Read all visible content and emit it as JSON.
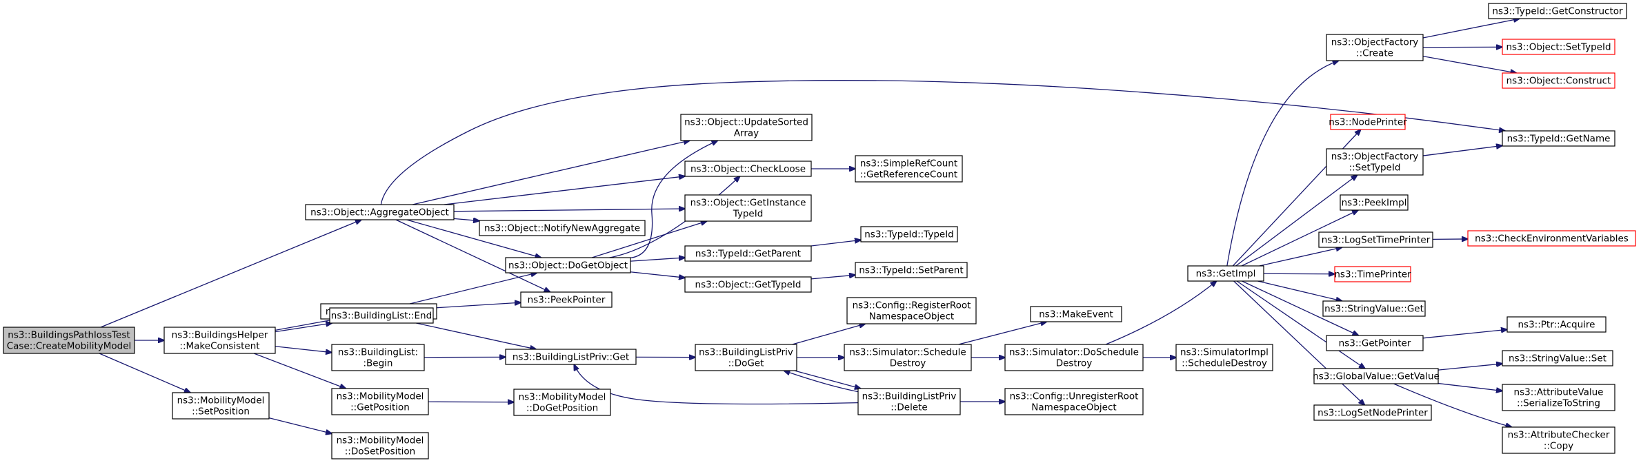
{
  "nodes": [
    {
      "id": "root",
      "lines": [
        "ns3::BuildingsPathlossTest",
        "Case::CreateMobilityModel"
      ],
      "style": "root"
    },
    {
      "id": "aggregate",
      "lines": [
        "ns3::Object::AggregateObject"
      ]
    },
    {
      "id": "bh_make",
      "lines": [
        "ns3::BuildingsHelper",
        "::MakeConsistent"
      ]
    },
    {
      "id": "mm_setpos",
      "lines": [
        "ns3::MobilityModel",
        "::SetPosition"
      ]
    },
    {
      "id": "getobject",
      "lines": [
        "ns3::Object::GetObject"
      ]
    },
    {
      "id": "bl_end",
      "lines": [
        "ns3::BuildingList::End"
      ]
    },
    {
      "id": "bl_begin",
      "lines": [
        "ns3::BuildingList:",
        ":Begin"
      ]
    },
    {
      "id": "mm_getpos",
      "lines": [
        "ns3::MobilityModel",
        "::GetPosition"
      ]
    },
    {
      "id": "mm_dosetpos",
      "lines": [
        "ns3::MobilityModel",
        "::DoSetPosition"
      ]
    },
    {
      "id": "notify",
      "lines": [
        "ns3::Object::NotifyNewAggregate"
      ]
    },
    {
      "id": "dogetobject",
      "lines": [
        "ns3::Object::DoGetObject"
      ]
    },
    {
      "id": "peekpointer",
      "lines": [
        "ns3::PeekPointer"
      ]
    },
    {
      "id": "blp_get",
      "lines": [
        "ns3::BuildingListPriv::Get"
      ]
    },
    {
      "id": "mm_dogetpos",
      "lines": [
        "ns3::MobilityModel",
        "::DoGetPosition"
      ]
    },
    {
      "id": "updatesorted",
      "lines": [
        "ns3::Object::UpdateSorted",
        "Array"
      ]
    },
    {
      "id": "checkloose",
      "lines": [
        "ns3::Object::CheckLoose"
      ]
    },
    {
      "id": "getinstance",
      "lines": [
        "ns3::Object::GetInstance",
        "TypeId"
      ]
    },
    {
      "id": "getparent",
      "lines": [
        "ns3::TypeId::GetParent"
      ]
    },
    {
      "id": "gettypeid",
      "lines": [
        "ns3::Object::GetTypeId"
      ]
    },
    {
      "id": "blp_doget",
      "lines": [
        "ns3::BuildingListPriv",
        "::DoGet"
      ]
    },
    {
      "id": "srefcount",
      "lines": [
        "ns3::SimpleRefCount",
        "::GetReferenceCount"
      ]
    },
    {
      "id": "typeid_typeid",
      "lines": [
        "ns3::TypeId::TypeId"
      ]
    },
    {
      "id": "setparent",
      "lines": [
        "ns3::TypeId::SetParent"
      ]
    },
    {
      "id": "cfg_register",
      "lines": [
        "ns3::Config::RegisterRoot",
        "NamespaceObject"
      ]
    },
    {
      "id": "sim_schedule",
      "lines": [
        "ns3::Simulator::Schedule",
        "Destroy"
      ]
    },
    {
      "id": "blp_delete",
      "lines": [
        "ns3::BuildingListPriv",
        "::Delete"
      ]
    },
    {
      "id": "makeevent",
      "lines": [
        "ns3::MakeEvent"
      ]
    },
    {
      "id": "sim_doschedule",
      "lines": [
        "ns3::Simulator::DoSchedule",
        "Destroy"
      ]
    },
    {
      "id": "cfg_unregister",
      "lines": [
        "ns3::Config::UnregisterRoot",
        "NamespaceObject"
      ]
    },
    {
      "id": "simimpl",
      "lines": [
        "ns3::SimulatorImpl",
        "::ScheduleDestroy"
      ]
    },
    {
      "id": "getimpl",
      "lines": [
        "ns3::GetImpl"
      ]
    },
    {
      "id": "of_create",
      "lines": [
        "ns3::ObjectFactory",
        "::Create"
      ]
    },
    {
      "id": "nodeprinter",
      "lines": [
        "ns3::NodePrinter"
      ],
      "style": "red"
    },
    {
      "id": "of_settypeid",
      "lines": [
        "ns3::ObjectFactory",
        "::SetTypeId"
      ]
    },
    {
      "id": "peekimpl",
      "lines": [
        "ns3::PeekImpl"
      ]
    },
    {
      "id": "logsettime",
      "lines": [
        "ns3::LogSetTimePrinter"
      ]
    },
    {
      "id": "timeprinter",
      "lines": [
        "ns3::TimePrinter"
      ],
      "style": "red"
    },
    {
      "id": "sv_get",
      "lines": [
        "ns3::StringValue::Get"
      ]
    },
    {
      "id": "getpointer",
      "lines": [
        "ns3::GetPointer"
      ]
    },
    {
      "id": "gv_getvalue",
      "lines": [
        "ns3::GlobalValue::GetValue"
      ]
    },
    {
      "id": "logsetnode",
      "lines": [
        "ns3::LogSetNodePrinter"
      ]
    },
    {
      "id": "getconstructor",
      "lines": [
        "ns3::TypeId::GetConstructor"
      ]
    },
    {
      "id": "obj_settypeid",
      "lines": [
        "ns3::Object::SetTypeId"
      ],
      "style": "red"
    },
    {
      "id": "obj_construct",
      "lines": [
        "ns3::Object::Construct"
      ],
      "style": "red"
    },
    {
      "id": "getname",
      "lines": [
        "ns3::TypeId::GetName"
      ]
    },
    {
      "id": "checkenv",
      "lines": [
        "ns3::CheckEnvironmentVariables"
      ],
      "style": "red"
    },
    {
      "id": "ptr_acquire",
      "lines": [
        "ns3::Ptr::Acquire"
      ]
    },
    {
      "id": "sv_set",
      "lines": [
        "ns3::StringValue::Set"
      ]
    },
    {
      "id": "av_serialize",
      "lines": [
        "ns3::AttributeValue",
        "::SerializeToString"
      ]
    },
    {
      "id": "ac_copy",
      "lines": [
        "ns3::AttributeChecker",
        "::Copy"
      ]
    }
  ]
}
